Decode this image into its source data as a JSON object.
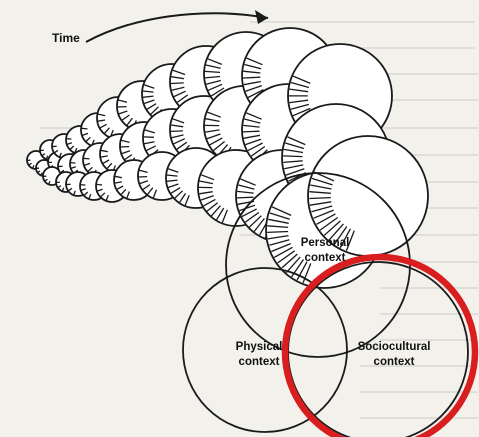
{
  "labels": {
    "time": "Time",
    "personal": [
      "Personal",
      "context"
    ],
    "physical": [
      "Physical",
      "context"
    ],
    "sociocultural": [
      "Sociocultural",
      "context"
    ]
  },
  "colors": {
    "highlight_ring": "#d81e1e",
    "ink": "#1a1a1a",
    "paper": "#f3f1ec"
  }
}
